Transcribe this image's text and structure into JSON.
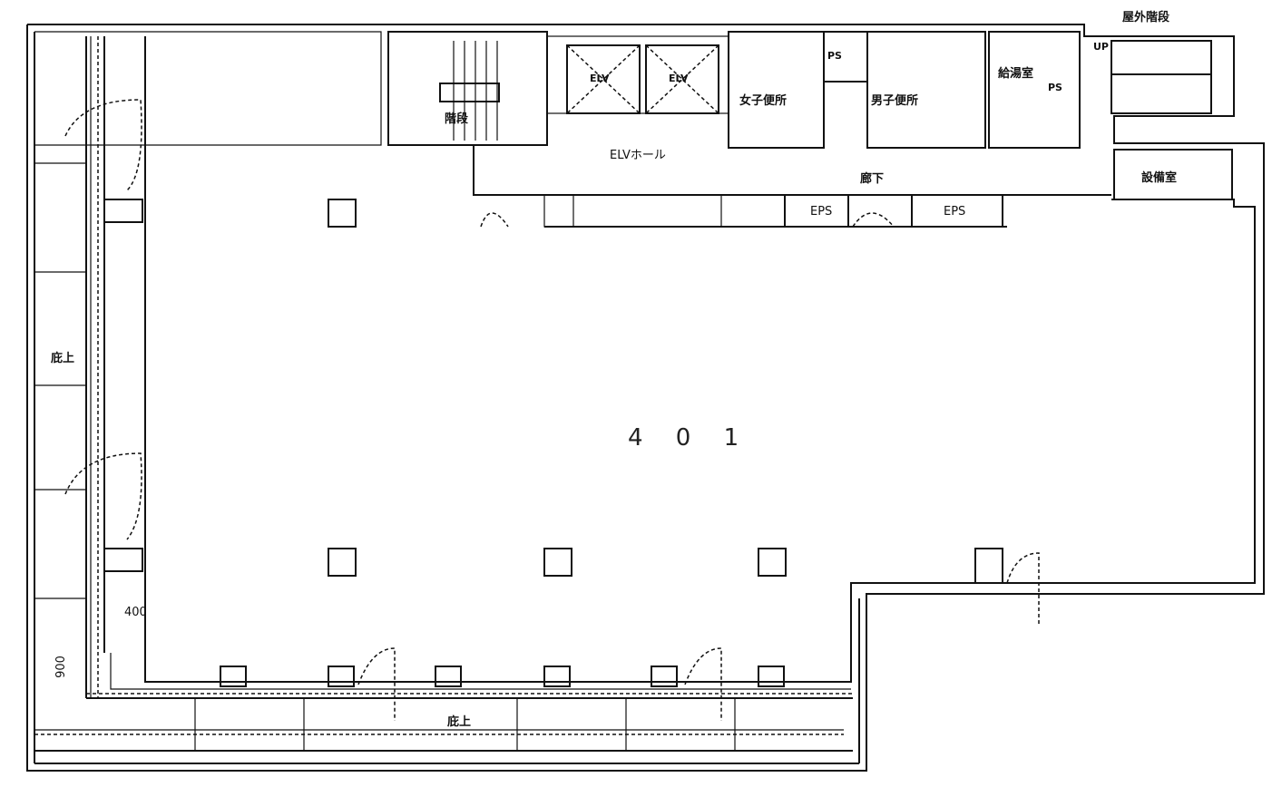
{
  "unit_label": "4 0 1",
  "labels": {
    "outdoor_stairs": "屋外階段",
    "stairs": "階段",
    "elevator_hall": "ELVホール",
    "elevator_1": "ELV",
    "elevator_2": "ELV",
    "womens_toilet": "女子便所",
    "mens_toilet": "男子便所",
    "pantry": "給湯室",
    "ps": "PS",
    "ps_vertical": "PS",
    "corridor": "廊下",
    "equipment_room": "設備室",
    "eps_1": "EPS",
    "eps_2": "EPS",
    "up": "UP",
    "canopy_left": "庇上",
    "canopy_bottom": "庇上",
    "dim_400": "400",
    "dim_900": "900"
  }
}
